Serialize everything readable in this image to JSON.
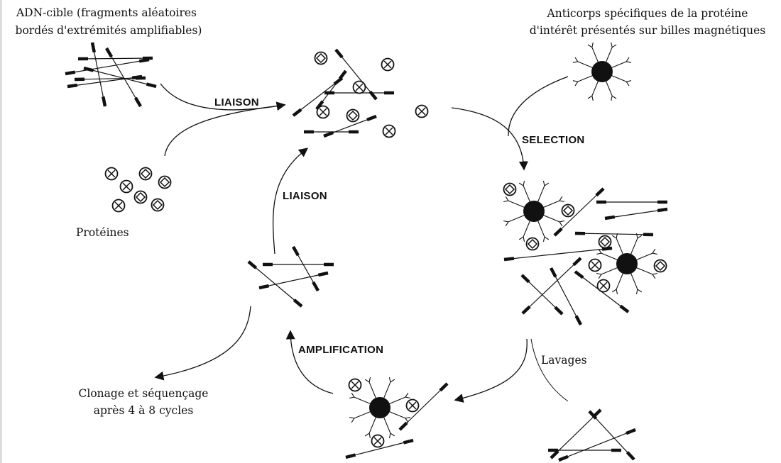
{
  "labels": {
    "target_dna_line1": "ADN-cible (fragments aléatoires",
    "target_dna_line2": "bordés d'extrémités amplifiables)",
    "antibodies_line1": "Anticorps spécifiques de la protéine",
    "antibodies_line2": "d'intérêt présentés sur billes magnétiques",
    "proteins": "Protéines",
    "washes": "Lavages",
    "cloning_line1": "Clonage et séquençage",
    "cloning_line2": "après 4 à 8 cycles"
  },
  "steps": {
    "binding_top": "LIAISON",
    "binding_left": "LIAISON",
    "selection": "SELECTION",
    "amplification": "AMPLIFICATION"
  }
}
